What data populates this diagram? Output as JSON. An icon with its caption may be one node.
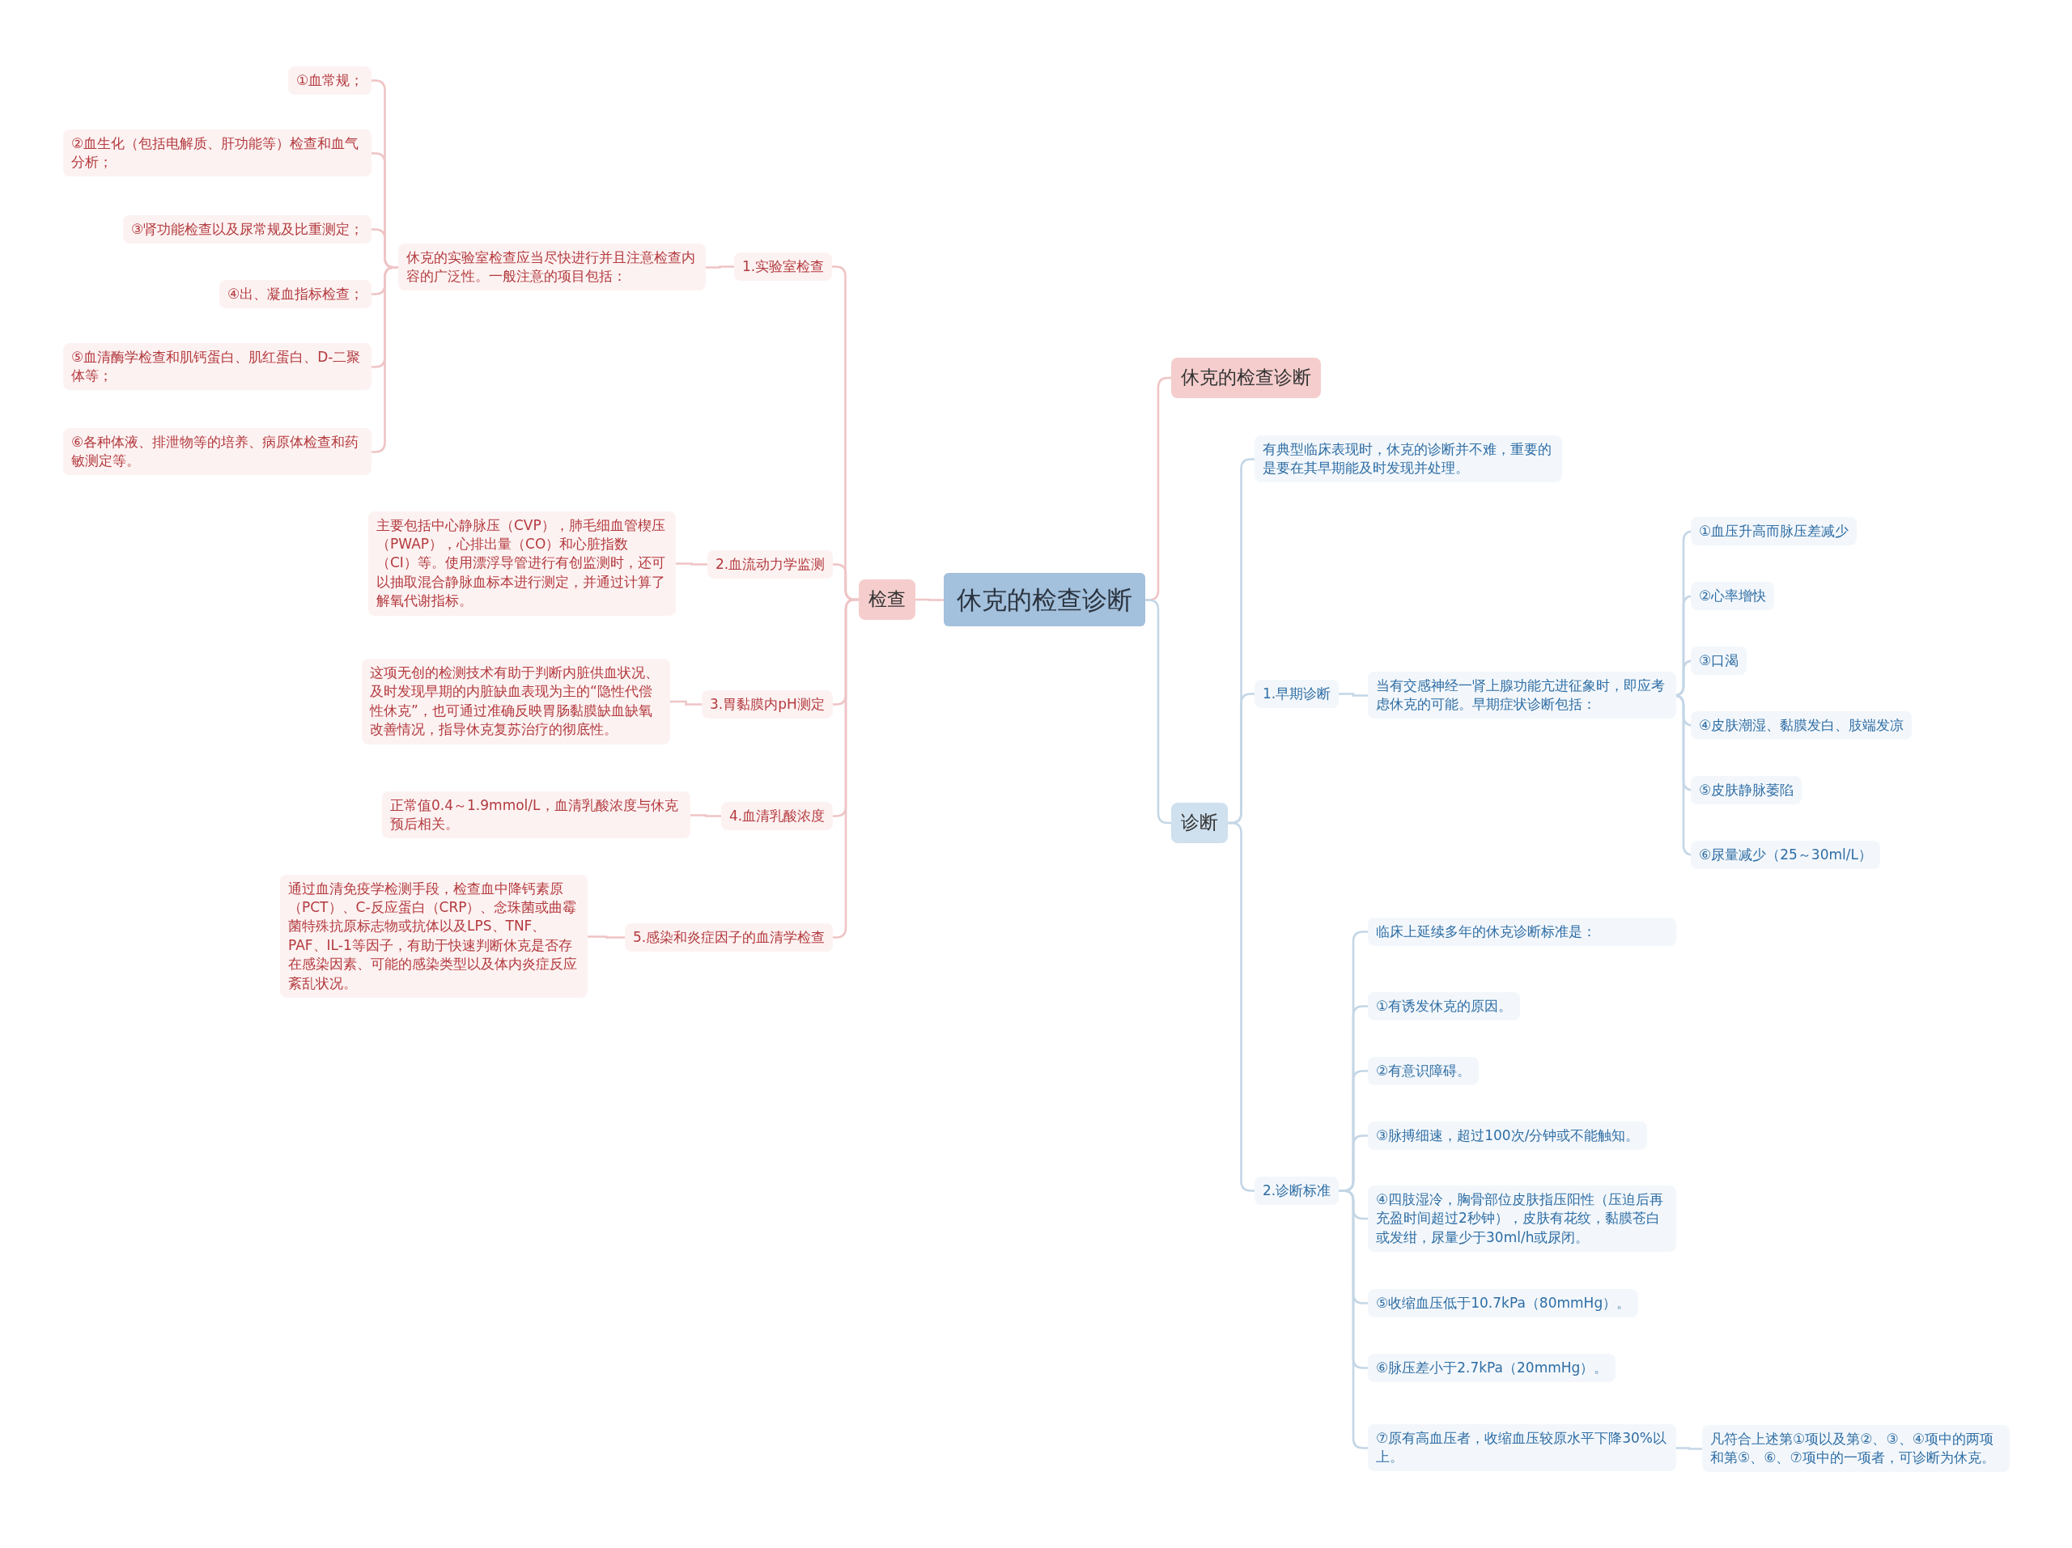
{
  "diagram": {
    "nodes": [
      {
        "text": [
          "休克的检查诊断"
        ]
      },
      {
        "text": [
          "检查"
        ]
      },
      {
        "text": [
          "1.实验室检查"
        ]
      },
      {
        "text": [
          "休克的实验室检查应当尽快进行并且注意检查内容的广泛性。一般注意的项目包括："
        ]
      },
      {
        "text": [
          "①血常规；"
        ]
      },
      {
        "text": [
          "②血生化（包括电解质、肝功能等）检查和血气分析；"
        ]
      },
      {
        "text": [
          "③肾功能检查以及尿常规及比重测定；"
        ]
      },
      {
        "text": [
          "④出、凝血指标检查；"
        ]
      },
      {
        "text": [
          "⑤血清酶学检查和肌钙蛋白、肌红蛋白、D-二聚体等；"
        ]
      },
      {
        "text": [
          "⑥各种体液、排泄物等的培养、病原体检查和药敏测定等。"
        ]
      },
      {
        "text": [
          "2.血流动力学监测"
        ]
      },
      {
        "text": [
          "主要包括中心静脉压（CVP），肺毛细血管楔压（PWAP），心排出量（CO）和心脏指数（CI）等。使用漂浮导管进行有创监测时，还可以抽取混合静脉血标本进行测定，并通过计算了解氧代谢指标。"
        ]
      },
      {
        "text": [
          "3.胃黏膜内pH测定"
        ]
      },
      {
        "text": [
          "这项无创的检测技术有助于判断内脏供血状况、及时发现早期的内脏缺血表现为主的“隐性代偿性休克”，也可通过准确反映胃肠黏膜缺血缺氧改善情况，指导休克复苏治疗的彻底性。"
        ]
      },
      {
        "text": [
          "4.血清乳酸浓度"
        ]
      },
      {
        "text": [
          "正常值0.4～1.9mmol/L，血清乳酸浓度与休克预后相关。"
        ]
      },
      {
        "text": [
          "5.感染和炎症因子的血清学检查"
        ]
      },
      {
        "text": [
          "通过血清免疫学检测手段，检查血中降钙素原（PCT）、C-反应蛋白（CRP）、念珠菌或曲霉菌特殊抗原标志物或抗体以及LPS、TNF、PAF、IL-1等因子，有助于快速判断休克是否存在感染因素、可能的感染类型以及体内炎症反应紊乱状况。"
        ]
      },
      {
        "text": [
          "休克的检查诊断"
        ]
      },
      {
        "text": [
          "诊断"
        ]
      },
      {
        "text": [
          "有典型临床表现时，休克的诊断并不难，重要的是要在其早期能及时发现并处理。"
        ]
      },
      {
        "text": [
          "1.早期诊断"
        ]
      },
      {
        "text": [
          "当有交感神经一肾上腺功能亢进征象时，即应考虑休克的可能。早期症状诊断包括："
        ]
      },
      {
        "text": [
          "①血压升高而脉压差减少"
        ]
      },
      {
        "text": [
          "②心率增快"
        ]
      },
      {
        "text": [
          "③口渴"
        ]
      },
      {
        "text": [
          "④皮肤潮湿、黏膜发白、肢端发凉"
        ]
      },
      {
        "text": [
          "⑤皮肤静脉萎陷"
        ]
      },
      {
        "text": [
          "⑥尿量减少（25～30ml/L）"
        ]
      },
      {
        "text": [
          "2.诊断标准"
        ]
      },
      {
        "text": [
          "临床上延续多年的休克诊断标准是："
        ]
      },
      {
        "text": [
          "①有诱发休克的原因。"
        ]
      },
      {
        "text": [
          "②有意识障碍。"
        ]
      },
      {
        "text": [
          "③脉搏细速，超过100次/分钟或不能触知。"
        ]
      },
      {
        "text": [
          "④四肢湿冷，胸骨部位皮肤指压阳性（压迫后再充盈时间超过2秒钟），皮肤有花纹，黏膜苍白或发绀，尿量少于30ml/h或尿闭。"
        ]
      },
      {
        "text": [
          "⑤收缩血压低于10.7kPa（80mmHg）。"
        ]
      },
      {
        "text": [
          "⑥脉压差小于2.7kPa（20mmHg）。"
        ]
      },
      {
        "text": [
          "⑦原有高血压者，收缩血压较原水平下降30%以上。"
        ]
      },
      {
        "text": [
          "凡符合上述第①项以及第②、③、④项中的两项和第⑤、⑥、⑦项中的一项者，可诊断为休克。"
        ]
      }
    ],
    "edges": [
      {
        "from": 0,
        "to": 1,
        "arrow": "none",
        "color": "#efc4c6"
      },
      {
        "from": 1,
        "to": 2,
        "arrow": "none",
        "color": "#efc4c6"
      },
      {
        "from": 2,
        "to": 3,
        "arrow": "none",
        "color": "#efc4c6"
      },
      {
        "from": 3,
        "to": 4,
        "arrow": "none",
        "color": "#efc4c6"
      },
      {
        "from": 3,
        "to": 5,
        "arrow": "none",
        "color": "#efc4c6"
      },
      {
        "from": 3,
        "to": 6,
        "arrow": "none",
        "color": "#efc4c6"
      },
      {
        "from": 3,
        "to": 7,
        "arrow": "none",
        "color": "#efc4c6"
      },
      {
        "from": 3,
        "to": 8,
        "arrow": "none",
        "color": "#efc4c6"
      },
      {
        "from": 3,
        "to": 9,
        "arrow": "none",
        "color": "#efc4c6"
      },
      {
        "from": 1,
        "to": 10,
        "arrow": "none",
        "color": "#efc4c6"
      },
      {
        "from": 10,
        "to": 11,
        "arrow": "none",
        "color": "#efc4c6"
      },
      {
        "from": 1,
        "to": 12,
        "arrow": "none",
        "color": "#efc4c6"
      },
      {
        "from": 12,
        "to": 13,
        "arrow": "none",
        "color": "#efc4c6"
      },
      {
        "from": 1,
        "to": 14,
        "arrow": "none",
        "color": "#efc4c6"
      },
      {
        "from": 14,
        "to": 15,
        "arrow": "none",
        "color": "#efc4c6"
      },
      {
        "from": 1,
        "to": 16,
        "arrow": "none",
        "color": "#efc4c6"
      },
      {
        "from": 16,
        "to": 17,
        "arrow": "none",
        "color": "#efc4c6"
      },
      {
        "from": 0,
        "to": 18,
        "arrow": "none",
        "color": "#efc4c6"
      },
      {
        "from": 0,
        "to": 19,
        "arrow": "none"
      },
      {
        "from": 19,
        "to": 20,
        "arrow": "none"
      },
      {
        "from": 19,
        "to": 21,
        "arrow": "none"
      },
      {
        "from": 21,
        "to": 22,
        "arrow": "none"
      },
      {
        "from": 22,
        "to": 23,
        "arrow": "none"
      },
      {
        "from": 22,
        "to": 24,
        "arrow": "none"
      },
      {
        "from": 22,
        "to": 25,
        "arrow": "none"
      },
      {
        "from": 22,
        "to": 26,
        "arrow": "none"
      },
      {
        "from": 22,
        "to": 27,
        "arrow": "none"
      },
      {
        "from": 22,
        "to": 28,
        "arrow": "none"
      },
      {
        "from": 19,
        "to": 29,
        "arrow": "none"
      },
      {
        "from": 29,
        "to": 30,
        "arrow": "none"
      },
      {
        "from": 29,
        "to": 31,
        "arrow": "none"
      },
      {
        "from": 29,
        "to": 32,
        "arrow": "none"
      },
      {
        "from": 29,
        "to": 33,
        "arrow": "none"
      },
      {
        "from": 29,
        "to": 34,
        "arrow": "none"
      },
      {
        "from": 29,
        "to": 35,
        "arrow": "none"
      },
      {
        "from": 29,
        "to": 36,
        "arrow": "none"
      },
      {
        "from": 29,
        "to": 37,
        "arrow": "none"
      },
      {
        "from": 37,
        "to": 38,
        "arrow": "none"
      }
    ]
  }
}
